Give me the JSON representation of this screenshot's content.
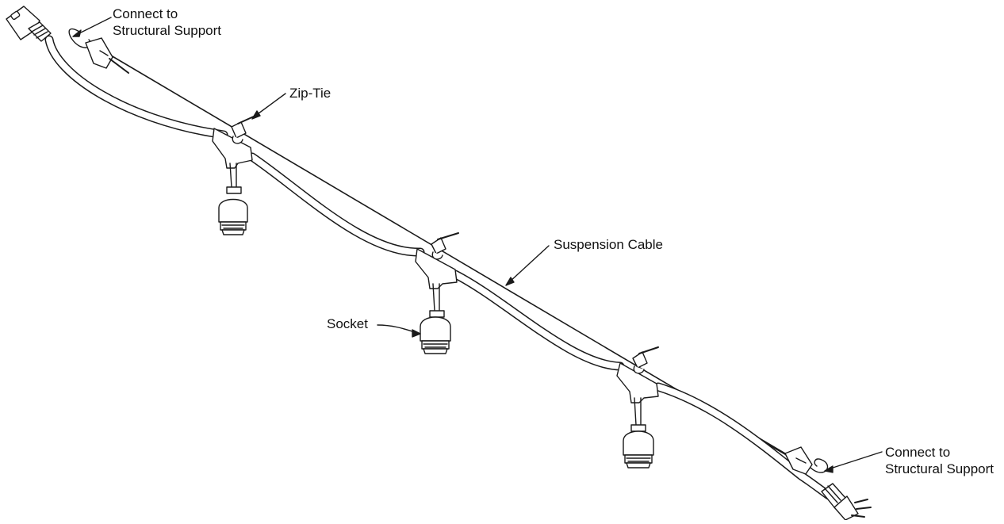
{
  "callouts": {
    "top_support": {
      "line1": "Connect to",
      "line2": "Structural Support"
    },
    "zip_tie": "Zip-Tie",
    "suspension_cable": "Suspension Cable",
    "socket": "Socket",
    "bottom_support": {
      "line1": "Connect to",
      "line2": "Structural Support"
    }
  },
  "colors": {
    "stroke": "#1a1a1a",
    "fill": "#ffffff"
  }
}
